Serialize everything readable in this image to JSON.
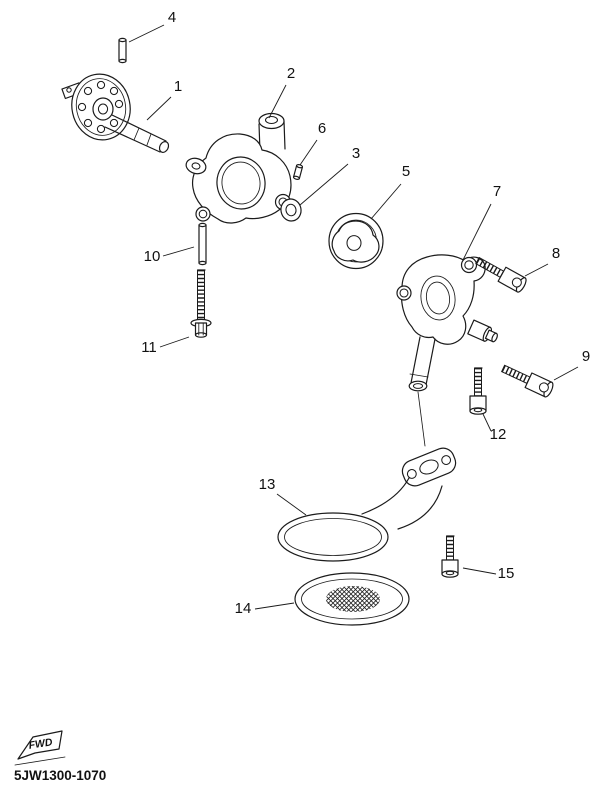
{
  "diagram": {
    "code": "5JW1300-1070",
    "fwd": "FWD",
    "callouts": [
      {
        "num": "4",
        "label": [
          172,
          22
        ],
        "line": [
          164,
          25,
          129,
          42
        ]
      },
      {
        "num": "1",
        "label": [
          178,
          91
        ],
        "line": [
          171,
          97,
          147,
          120
        ]
      },
      {
        "num": "2",
        "label": [
          291,
          78
        ],
        "line": [
          286,
          85,
          269,
          118
        ]
      },
      {
        "num": "6",
        "label": [
          322,
          133
        ],
        "line": [
          317,
          140,
          300,
          165
        ]
      },
      {
        "num": "3",
        "label": [
          356,
          158
        ],
        "line": [
          348,
          164,
          300,
          205
        ]
      },
      {
        "num": "5",
        "label": [
          406,
          176
        ],
        "line": [
          401,
          184,
          371,
          219
        ]
      },
      {
        "num": "7",
        "label": [
          497,
          196
        ],
        "line": [
          491,
          204,
          463,
          260
        ]
      },
      {
        "num": "8",
        "label": [
          556,
          258
        ],
        "line": [
          548,
          264,
          525,
          276
        ]
      },
      {
        "num": "9",
        "label": [
          586,
          361
        ],
        "line": [
          578,
          367,
          554,
          380
        ]
      },
      {
        "num": "10",
        "label": [
          152,
          261
        ],
        "line": [
          163,
          256,
          194,
          247
        ]
      },
      {
        "num": "11",
        "label": [
          149,
          352
        ],
        "line": [
          160,
          347,
          189,
          337
        ]
      },
      {
        "num": "12",
        "label": [
          498,
          439
        ],
        "line": [
          491,
          431,
          483,
          414
        ]
      },
      {
        "num": "13",
        "label": [
          267,
          489
        ],
        "line": [
          277,
          494,
          306,
          515
        ]
      },
      {
        "num": "14",
        "label": [
          243,
          613
        ],
        "line": [
          255,
          609,
          294,
          603
        ]
      },
      {
        "num": "15",
        "label": [
          506,
          578
        ],
        "line": [
          496,
          574,
          463,
          568
        ]
      }
    ]
  }
}
